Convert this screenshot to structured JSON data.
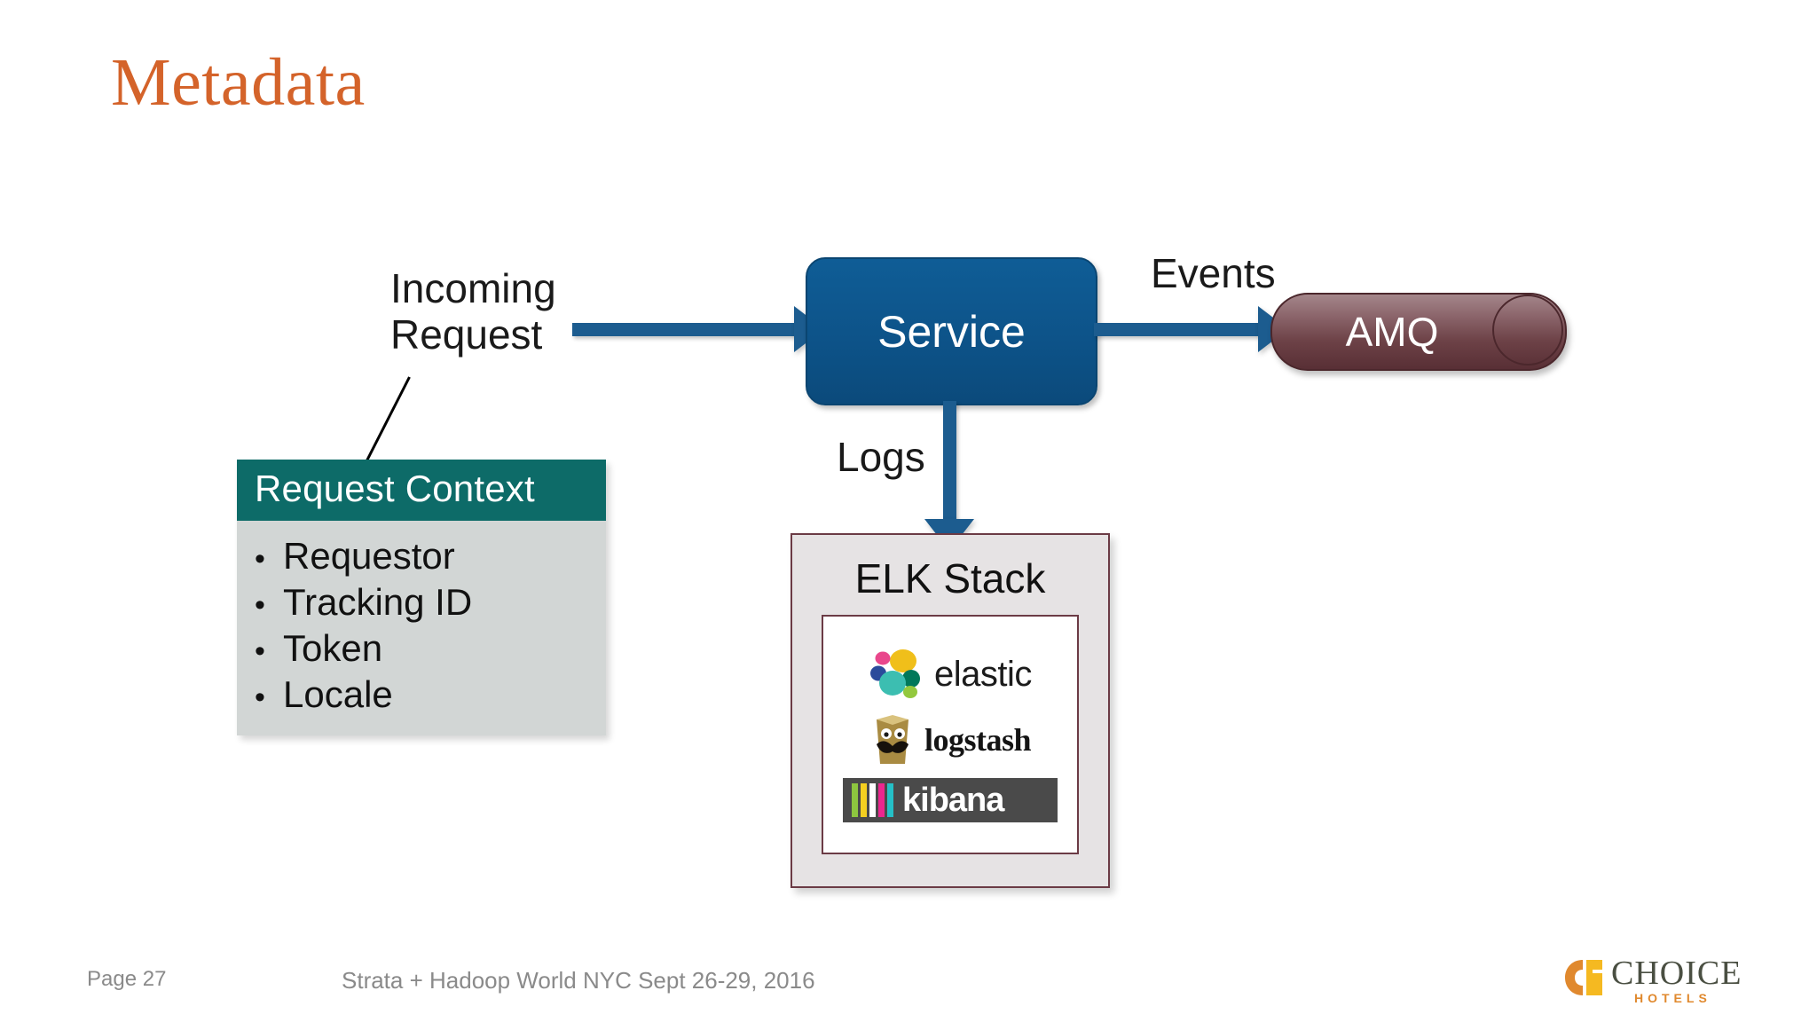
{
  "slide": {
    "title": "Metadata",
    "title_color": "#d4632a"
  },
  "diagram": {
    "incoming_request_label": "Incoming\nRequest",
    "service": {
      "label": "Service",
      "fill_color": "#0d5389",
      "text_color": "#ffffff"
    },
    "events_label": "Events",
    "amq": {
      "label": "AMQ",
      "fill_color": "#6d4247",
      "text_color": "#ffffff"
    },
    "logs_label": "Logs",
    "arrow_color": "#1c5c8f",
    "request_context": {
      "header": "Request Context",
      "header_bg": "#0d6b68",
      "body_bg": "#d2d6d5",
      "bullet_glyph": "•",
      "items": [
        "Requestor",
        "Tracking ID",
        "Token",
        "Locale"
      ]
    },
    "elk": {
      "title": "ELK Stack",
      "border_color": "#6b3b45",
      "bg_color": "#e6e3e4",
      "logos": [
        {
          "name": "elastic",
          "wordmark": "elastic"
        },
        {
          "name": "logstash",
          "wordmark": "logstash"
        },
        {
          "name": "kibana",
          "wordmark": "kibana"
        }
      ]
    }
  },
  "footer": {
    "page": "Page 27",
    "event": "Strata + Hadoop World NYC Sept 26-29, 2016",
    "logo": {
      "wordmark": "CHOICE",
      "subwordmark": "HOTELS",
      "mark_colors": [
        "#e0892e",
        "#f5b921"
      ]
    }
  }
}
